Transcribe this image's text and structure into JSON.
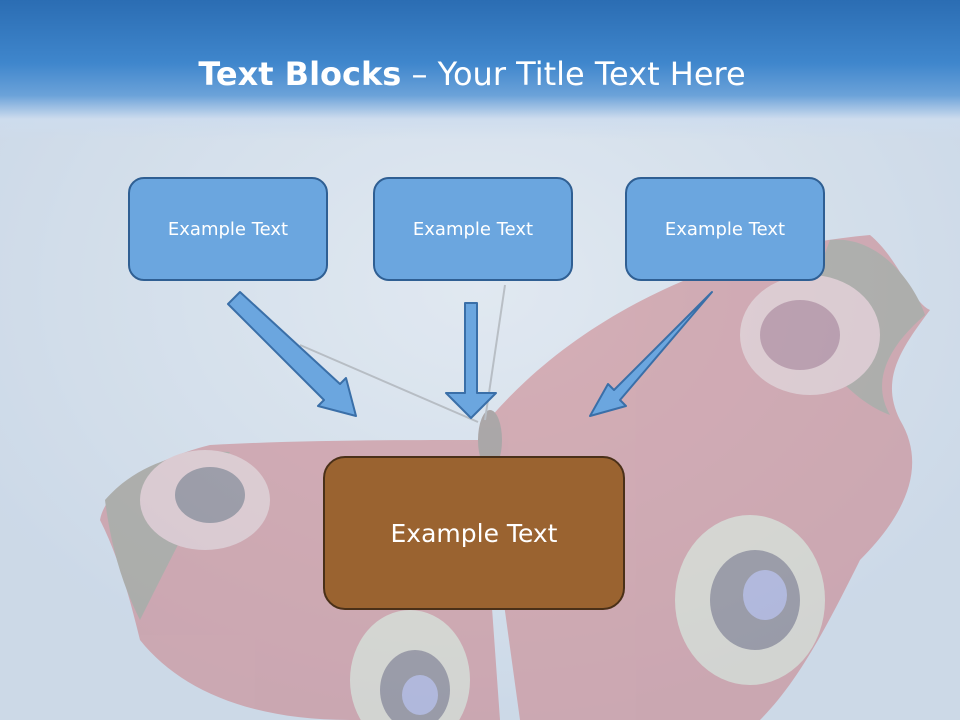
{
  "title": {
    "bold": "Text Blocks",
    "dash": " – ",
    "rest": "Your Title Text Here"
  },
  "boxes": {
    "left": "Example Text",
    "center": "Example Text",
    "right": "Example Text",
    "bottom": "Example Text"
  },
  "colors": {
    "title_bar": "#2b6db3",
    "top_box_fill": "#6ba6df",
    "top_box_border": "#2f5f93",
    "bottom_box_fill": "#9a6330",
    "bottom_box_border": "#4a3018",
    "arrow_fill": "#6ba6df"
  }
}
